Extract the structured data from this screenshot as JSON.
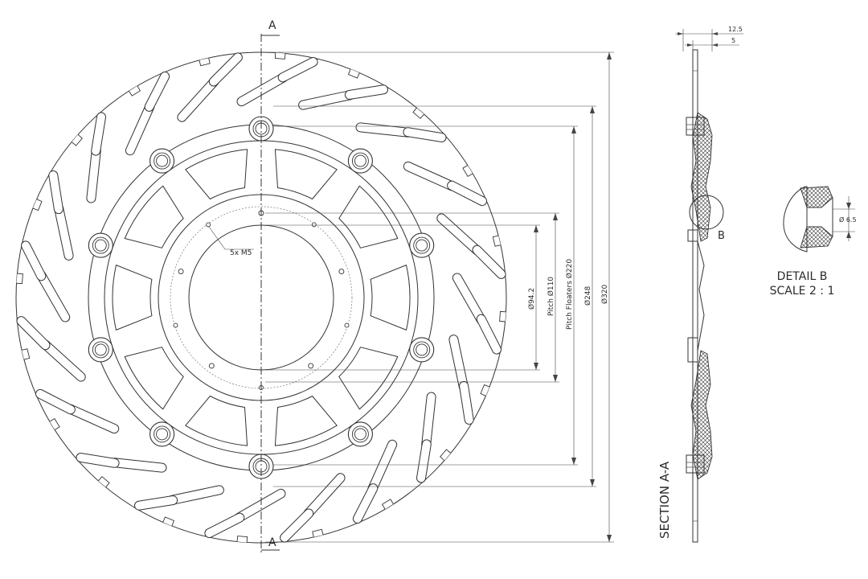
{
  "section_marks": {
    "top": "A",
    "bottom": "A"
  },
  "dimensions": {
    "d320": "Ø320",
    "d248": "Ø248",
    "pitch_floaters": "Pitch Floaters Ø220",
    "pitch_110": "Pitch Ø110",
    "d94": "Ø94.2",
    "thread_note": "5x M5",
    "thickness_total": "12.5",
    "thickness_disc": "5",
    "detail_hole": "Ø 6.5"
  },
  "labels": {
    "section": "SECTION A-A",
    "detail_callout": "B",
    "detail_title": "DETAIL B",
    "detail_scale": "SCALE 2 : 1"
  }
}
